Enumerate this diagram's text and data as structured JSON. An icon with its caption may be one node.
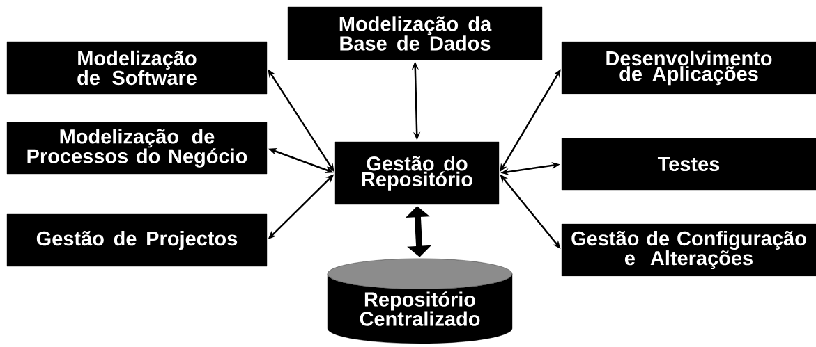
{
  "diagram": {
    "nodes": [
      {
        "text": [
          "Modelização de Software"
        ]
      },
      {
        "text": [
          "Modelização de Processos do Negócio"
        ]
      },
      {
        "text": [
          "Gestão de Projectos"
        ]
      },
      {
        "text": [
          "Modelização da Base de Dados"
        ]
      },
      {
        "text": [
          "Gestão do Repositório"
        ]
      },
      {
        "text": [
          "Desenvolvimento de Aplicações"
        ]
      },
      {
        "text": [
          "Testes"
        ]
      },
      {
        "text": [
          "Gestão de Configuração e Alterações"
        ]
      },
      {
        "text": [
          "Repositório Centralizado"
        ]
      }
    ],
    "edges": [
      {
        "from": 4,
        "to": 0,
        "arrow": "both"
      },
      {
        "from": 4,
        "to": 1,
        "arrow": "both"
      },
      {
        "from": 4,
        "to": 2,
        "arrow": "both"
      },
      {
        "from": 4,
        "to": 3,
        "arrow": "both"
      },
      {
        "from": 4,
        "to": 5,
        "arrow": "both"
      },
      {
        "from": 4,
        "to": 6,
        "arrow": "both"
      },
      {
        "from": 4,
        "to": 7,
        "arrow": "both"
      },
      {
        "from": 4,
        "to": 8,
        "arrow": "both",
        "style": "thick"
      }
    ]
  }
}
